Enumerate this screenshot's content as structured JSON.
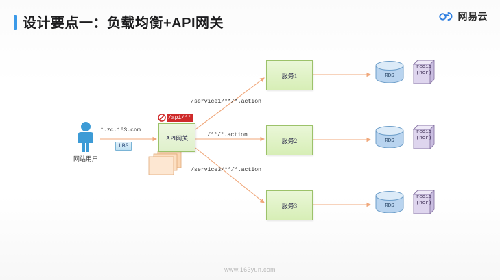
{
  "slide": {
    "title": "设计要点一：负载均衡+API网关",
    "accent_color": "#3c9ae8",
    "footer": "www.163yun.com"
  },
  "brand": {
    "name": "网易云",
    "icon": "netease-cloud-icon",
    "color": "#2f7fe0"
  },
  "diagram": {
    "user": {
      "label": "网站用户",
      "icon": "person-icon",
      "color": "#3d9bd6"
    },
    "entry": {
      "domain": "*.zc.163.com",
      "badge": "LBS"
    },
    "gateway": {
      "label": "API网关",
      "deny_rule": "/api/**",
      "deny_icon": "no-entry-icon",
      "stack_icon": "stacked-cards-icon",
      "border_color": "#9cc26a"
    },
    "routes": [
      {
        "pattern": "/service1/**/*.action",
        "target": "服务1"
      },
      {
        "pattern": "/**/*.action",
        "target": "服务2"
      },
      {
        "pattern": "/service3/**/*.action",
        "target": "服务3"
      }
    ],
    "services": [
      {
        "label": "服务1"
      },
      {
        "label": "服务2"
      },
      {
        "label": "服务3"
      }
    ],
    "datastores": [
      {
        "db": "RDS",
        "cache_line1": "redis",
        "cache_line2": "(ncr)"
      },
      {
        "db": "RDS",
        "cache_line1": "redis",
        "cache_line2": "(ncr)"
      },
      {
        "db": "RDS",
        "cache_line1": "redis",
        "cache_line2": "(ncr)"
      }
    ],
    "colors": {
      "arrow": "#f0a77a",
      "service_fill": "#dff0cb",
      "rds_fill": "#b9d4ef",
      "redis_fill": "#d9cfe9"
    }
  }
}
